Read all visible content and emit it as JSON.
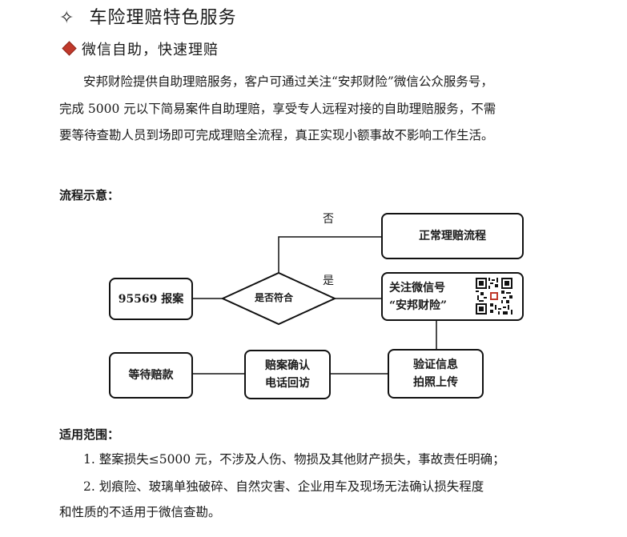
{
  "heading": {
    "symbol": "✧",
    "title": "车险理赔特色服务"
  },
  "section": {
    "title": "微信自助，快速理赔"
  },
  "intro_lines": [
    "安邦财险提供自助理赔服务，客户可通过关注“安邦财险”微信公众服务号，",
    "完成 5000 元以下简易案件自助理赔，享受专人远程对接的自助理赔服务，不需",
    "要等待查勘人员到场即可完成理赔全流程，真正实现小额事故不影响工作生活。"
  ],
  "flow": {
    "label": "流程示意：",
    "nodes": {
      "report": "95569 报案",
      "decision": "是否符合",
      "normal": "正常理赔流程",
      "wechat_line1": "关注微信号",
      "wechat_line2": "“安邦财险”",
      "verify_line1": "验证信息",
      "verify_line2": "拍照上传",
      "callback_line1": "赔案确认",
      "callback_line2": "电话回访",
      "wait": "等待赔款"
    },
    "edge_labels": {
      "no": "否",
      "yes": "是"
    }
  },
  "scope": {
    "label": "适用范围：",
    "lines": [
      "1. 整案损失≤5000 元，不涉及人伤、物损及其他财产损失，事故责任明确；",
      "2. 划痕险、玻璃单独破碎、自然灾害、企业用车及现场无法确认损失程度",
      "和性质的不适用于微信查勘。"
    ]
  }
}
